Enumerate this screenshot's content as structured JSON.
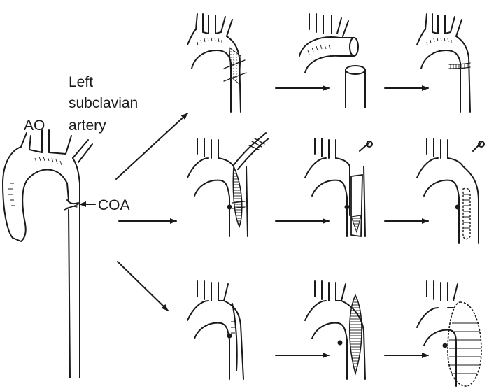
{
  "labels": {
    "ao": "AO",
    "left_subclavian_line1": "Left",
    "left_subclavian_line2": "subclavian",
    "left_subclavian_line3": "artery",
    "coa": "COA"
  },
  "colors": {
    "ink": "#1a1a1a",
    "background": "#ffffff"
  }
}
